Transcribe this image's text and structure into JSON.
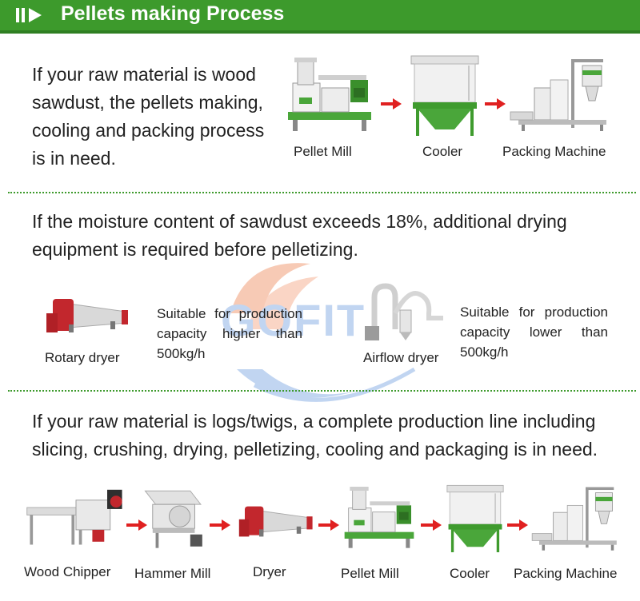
{
  "header": {
    "title": "Pellets making Process",
    "accent_color": "#3d9a2c"
  },
  "watermark": {
    "text": "GOFIT",
    "colors": [
      "#f2a07a",
      "#8fb3e6"
    ]
  },
  "section1": {
    "lines": [
      "If your raw material is wood",
      "sawdust, the pellets making,",
      "cooling and packing process",
      "is in need."
    ],
    "machines": [
      "Pellet Mill",
      "Cooler",
      "Packing Machine"
    ]
  },
  "section2": {
    "lines": [
      "If the moisture content of sawdust exceeds 18%, additional drying",
      "equipment is required before pelletizing."
    ],
    "rotary": {
      "label": "Rotary dryer",
      "note": [
        "Suitable for production",
        "capacity higher than",
        "500kg/h"
      ]
    },
    "airflow": {
      "label": "Airflow dryer",
      "note": [
        "Suitable for production",
        "capacity lower than",
        "500kg/h"
      ]
    }
  },
  "section3": {
    "lines": [
      "If your raw material is logs/twigs, a complete production line including",
      "slicing, crushing, drying, pelletizing, cooling and packaging is in need."
    ],
    "machines": [
      "Wood Chipper",
      "Hammer Mill",
      "Dryer",
      "Pellet Mill",
      "Cooler",
      "Packing Machine"
    ]
  }
}
